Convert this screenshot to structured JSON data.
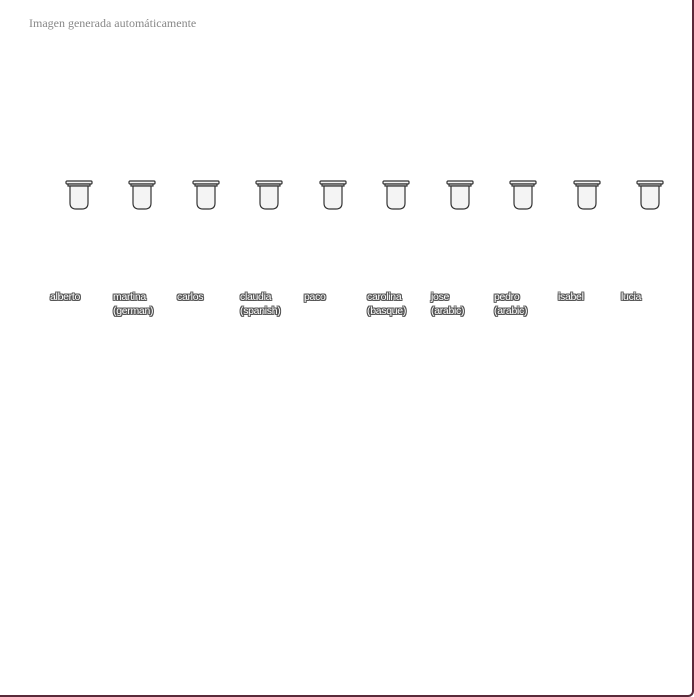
{
  "caption": "Imagen generada automáticamente",
  "people": [
    {
      "name": "alberto",
      "lang": ""
    },
    {
      "name": "martina",
      "lang": "(german)"
    },
    {
      "name": "carlos",
      "lang": ""
    },
    {
      "name": "claudia",
      "lang": "(spanish)"
    },
    {
      "name": "paco",
      "lang": ""
    },
    {
      "name": "carolina",
      "lang": "(basque)"
    },
    {
      "name": "jose",
      "lang": "(arabic)"
    },
    {
      "name": "pedro",
      "lang": "(arabic)"
    },
    {
      "name": "isabel",
      "lang": ""
    },
    {
      "name": "lucia",
      "lang": ""
    }
  ]
}
